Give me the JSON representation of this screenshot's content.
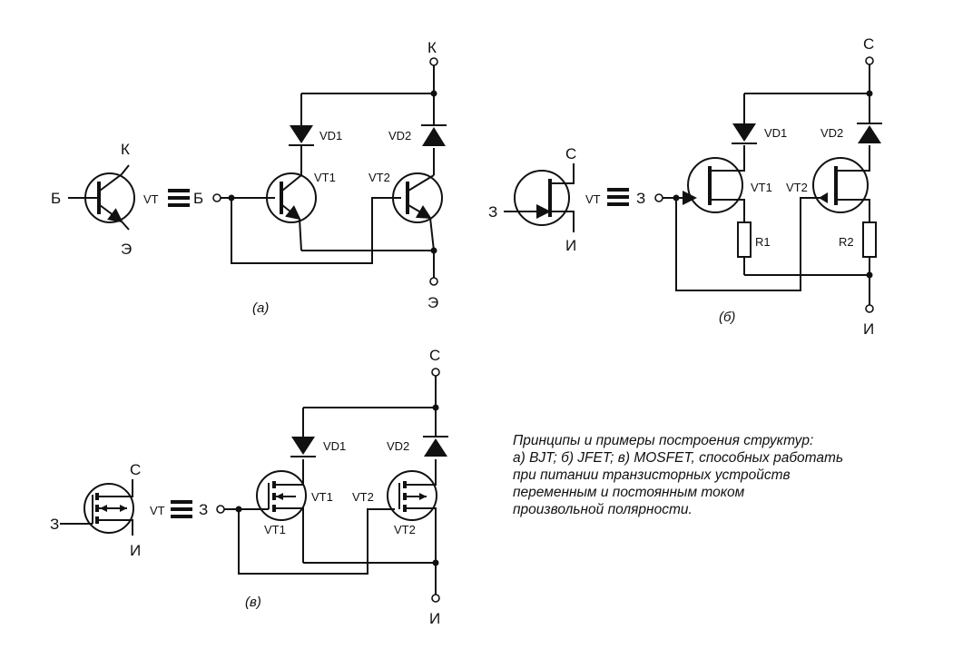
{
  "diagram_a": {
    "single": {
      "vt": "VT",
      "base": "Б",
      "collector": "К",
      "emitter": "Э"
    },
    "equiv_input": "Б",
    "collector": "К",
    "emitter": "Э",
    "vd1": "VD1",
    "vd2": "VD2",
    "vt1": "VT1",
    "vt2": "VT2",
    "caption": "(а)"
  },
  "diagram_b": {
    "single": {
      "vt": "VT",
      "gate": "З",
      "drain": "С",
      "source": "И"
    },
    "equiv_input": "З",
    "drain": "С",
    "source": "И",
    "vd1": "VD1",
    "vd2": "VD2",
    "vt1": "VT1",
    "vt2": "VT2",
    "r1": "R1",
    "r2": "R2",
    "caption": "(б)"
  },
  "diagram_c": {
    "single": {
      "vt": "VT",
      "gate": "З",
      "drain": "С",
      "source": "И"
    },
    "equiv_input": "З",
    "drain": "С",
    "source": "И",
    "vd1": "VD1",
    "vd2": "VD2",
    "vt1": "VT1",
    "vt2": "VT2",
    "vt1b": "VT1",
    "vt2b": "VT2",
    "caption": "(в)"
  },
  "caption": {
    "line1": "Принципы и примеры построения структур:",
    "line2": "а) BJT; б) JFET; в) MOSFET, способных работать",
    "line3": "при питании транзисторных устройств",
    "line4": "переменным  и  постоянным током",
    "line5": "произвольной полярности."
  }
}
